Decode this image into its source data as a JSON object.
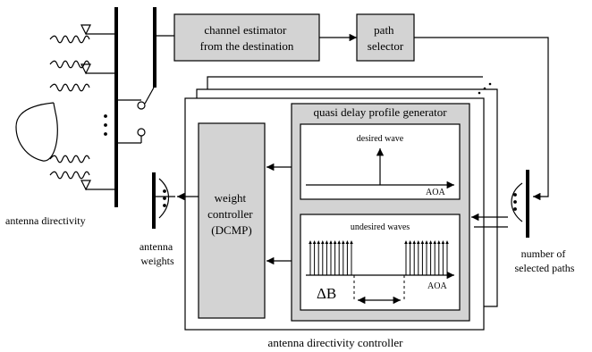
{
  "blocks": {
    "channel_estimator": [
      "channel estimator",
      "from the destination"
    ],
    "path_selector": [
      "path",
      "selector"
    ],
    "quasi_delay_profile_generator": "quasi delay profile generator",
    "weight_controller": [
      "weight",
      "controller",
      "(DCMP)"
    ],
    "antenna_directivity_controller": "antenna directivity controller"
  },
  "plots": {
    "desired": {
      "title": "desired wave",
      "axis_label": "AOA"
    },
    "undesired": {
      "title": "undesired waves",
      "axis_label": "AOA",
      "delta_label": "ΔB"
    }
  },
  "labels": {
    "antenna_directivity": "antenna directivity",
    "antenna_weights": [
      "antenna",
      "weights"
    ],
    "number_of_selected_paths": [
      "number of",
      "selected paths"
    ]
  },
  "colors": {
    "block_fill": "#d3d3d3",
    "line": "#000000",
    "background": "#ffffff"
  }
}
